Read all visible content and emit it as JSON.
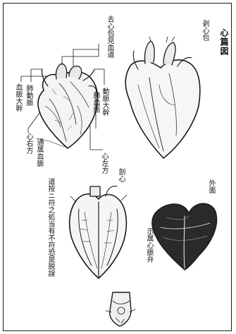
{
  "page": {
    "title": "心篇図"
  },
  "labels": {
    "pericardium_removed": "剥心包",
    "vessels_from_pericardium": "去心包見血道",
    "arterial_trunk": "動脈大幹",
    "pulmonary_vein": "肺血脈",
    "left_heart": "心左方",
    "blood_vessel_trunk": "血脈大幹",
    "pulmonary_artery": "肺動脈",
    "right_heart": "心右方",
    "connecting_vessels": "通属血脈",
    "heart_cut": "剖心",
    "exterior": "外面",
    "valves_shown": "示属心脈弁",
    "note": "道按ニ符之処当有不符恐是脱誤"
  }
}
